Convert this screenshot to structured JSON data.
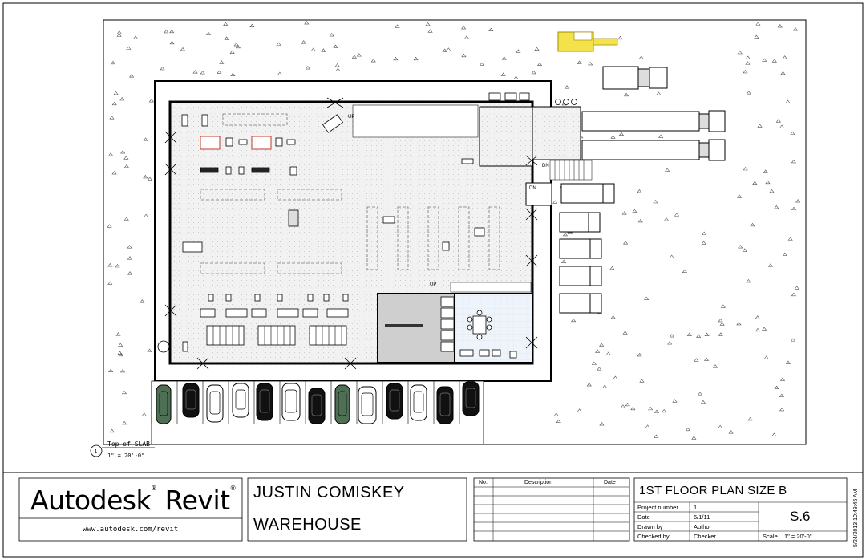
{
  "logo": {
    "brand_name": "Autodesk",
    "product": "Revit",
    "url": "www.autodesk.com/revit"
  },
  "project": {
    "line1": "JUSTIN COMISKEY",
    "line2": "WAREHOUSE"
  },
  "revisions": {
    "headers": {
      "no": "No.",
      "description": "Description",
      "date": "Date"
    }
  },
  "sheet": {
    "title": "1ST FLOOR PLAN SIZE B",
    "project_number_label": "Project number",
    "project_number": "1",
    "date_label": "Date",
    "date": "6/1/11",
    "drawn_by_label": "Drawn by",
    "drawn_by": "Author",
    "checked_by_label": "Checked by",
    "checked_by": "Checker",
    "sheet_number": "S.6",
    "scale_label": "Scale",
    "scale": "1\" = 20'-0\""
  },
  "timestamp": "5/24/2013 10:49:46 AM",
  "view": {
    "number": "1",
    "name": "Top of SLAB",
    "scale": "1\" = 20'-0\""
  },
  "plan_labels": {
    "up_1": "UP",
    "up_2": "UP",
    "dn_1": "DN",
    "dn_2": "DN"
  }
}
